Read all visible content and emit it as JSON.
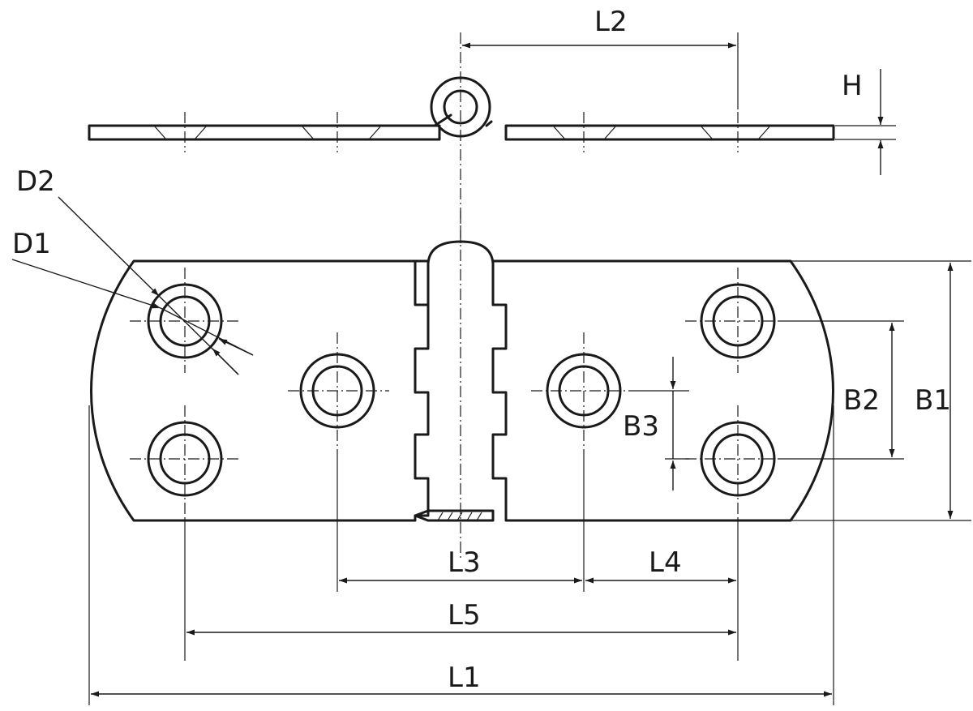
{
  "labels": {
    "L1": "L1",
    "L2": "L2",
    "L3": "L3",
    "L4": "L4",
    "L5": "L5",
    "B1": "B1",
    "B2": "B2",
    "B3": "B3",
    "D1": "D1",
    "D2": "D2",
    "H": "H"
  },
  "colors": {
    "line": "#1a1a1a",
    "background": "#ffffff"
  }
}
